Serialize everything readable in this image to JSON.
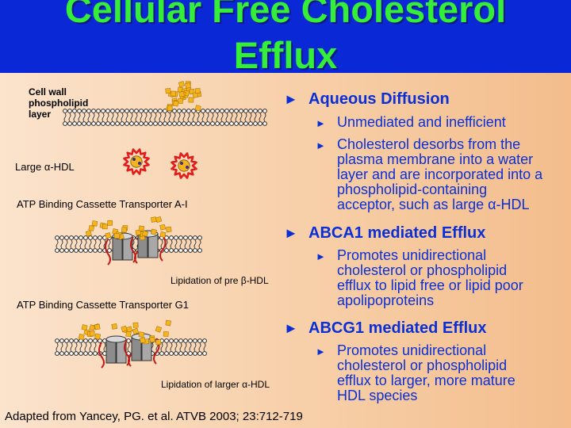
{
  "slide": {
    "title_line1": "Cellular Free Cholesterol",
    "title_line2": "Efflux",
    "colors": {
      "banner": "#0a28d6",
      "title": "#34ee38",
      "text_blue": "#0b2fd6",
      "background": "#f7cfa8",
      "hdl": "#e01d1d",
      "cholesterol": "#f5b41e"
    }
  },
  "diagram": {
    "cell_wall_label": [
      "Cell wall",
      "phospholipid",
      "layer"
    ],
    "large_hdl_label": "Large α-HDL",
    "abca1_label": "ATP Binding Cassette Transporter A-I",
    "pre_beta_label": "Lipidation of pre β-HDL",
    "abcg1_label": "ATP Binding Cassette Transporter G1",
    "larger_hdl_label": "Lipidation of larger α-HDL"
  },
  "sections": [
    {
      "heading": "Aqueous Diffusion",
      "bullets": [
        {
          "lines": [
            "Unmediated and inefficient"
          ]
        },
        {
          "lines": [
            "Cholesterol desorbs from the",
            "plasma membrane into a water",
            "layer and are incorporated into a",
            "phospholipid-containing",
            "acceptor, such as large α-HDL"
          ]
        }
      ]
    },
    {
      "heading": "ABCA1 mediated Efflux",
      "bullets": [
        {
          "lines": [
            "Promotes unidirectional",
            "cholesterol or phospholipid",
            "efflux to lipid free or lipid poor",
            "apolipoproteins"
          ]
        }
      ]
    },
    {
      "heading": "ABCG1 mediated Efflux",
      "bullets": [
        {
          "lines": [
            "Promotes unidirectional",
            "cholesterol or phospholipid",
            "efflux to larger, more mature",
            "HDL species"
          ]
        }
      ]
    }
  ],
  "reference": "Adapted from Yancey, PG. et al. ATVB 2003; 23:712-719"
}
